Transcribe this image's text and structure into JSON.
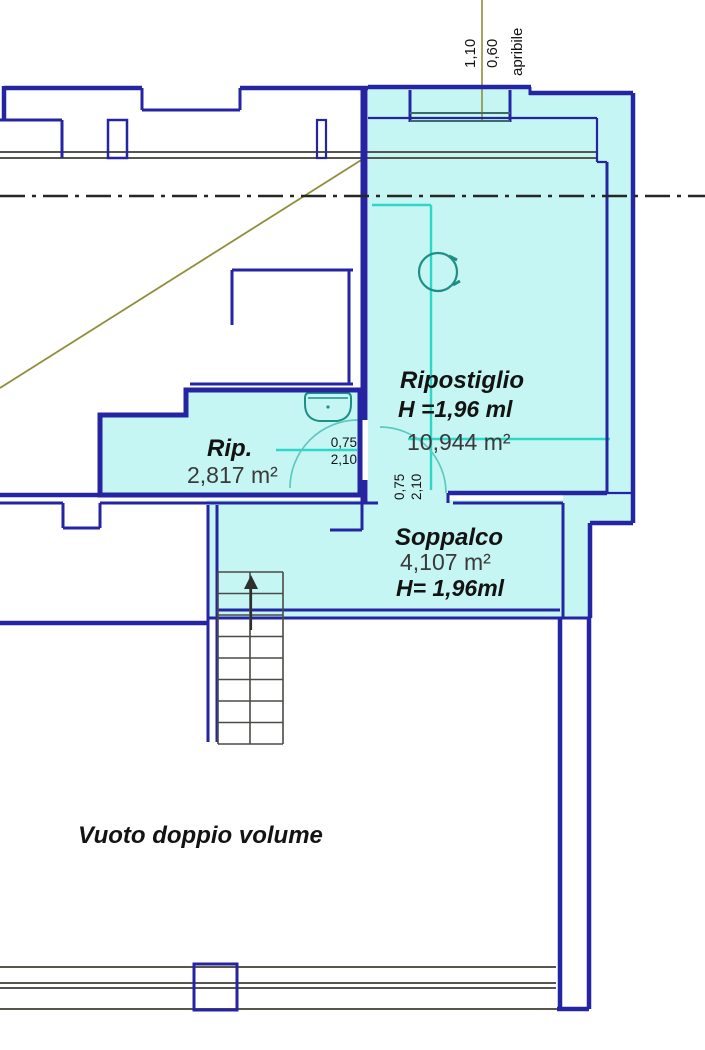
{
  "colors": {
    "wall_blue": "#2525a3",
    "room_fill_cyan": "#c5f6f4",
    "teal_accent": "#2ed8c8",
    "sink_teal": "#1f8f85",
    "door_arc": "#5fc8c0",
    "olive_marker": "#8f8f3a",
    "window_gray": "#56564e",
    "stair_gray": "#4a4a46",
    "centerline_black": "#262626",
    "text_black": "#131313",
    "text_gray": "#3a3a3a"
  },
  "rooms": {
    "ripostiglio": {
      "name": "Ripostiglio",
      "height": "H =1,96 ml",
      "area": "10,944 m²"
    },
    "rip": {
      "name": "Rip.",
      "area": "2,817 m²"
    },
    "soppalco": {
      "name": "Soppalco",
      "area": "4,107 m²",
      "height": "H= 1,96ml"
    },
    "vuoto": {
      "name": "Vuoto doppio volume"
    }
  },
  "doors": {
    "rip_door": {
      "width": "0,75",
      "height": "2,10"
    },
    "soppalco_door": {
      "width": "0,75",
      "height": "2,10"
    }
  },
  "window_annotation": {
    "width": "1,10",
    "height": "0,60",
    "note": "apribile"
  },
  "icons": {
    "stairs_arrow": "up-arrow",
    "sink": "sink-symbol",
    "water_heater": "circle-symbol"
  }
}
